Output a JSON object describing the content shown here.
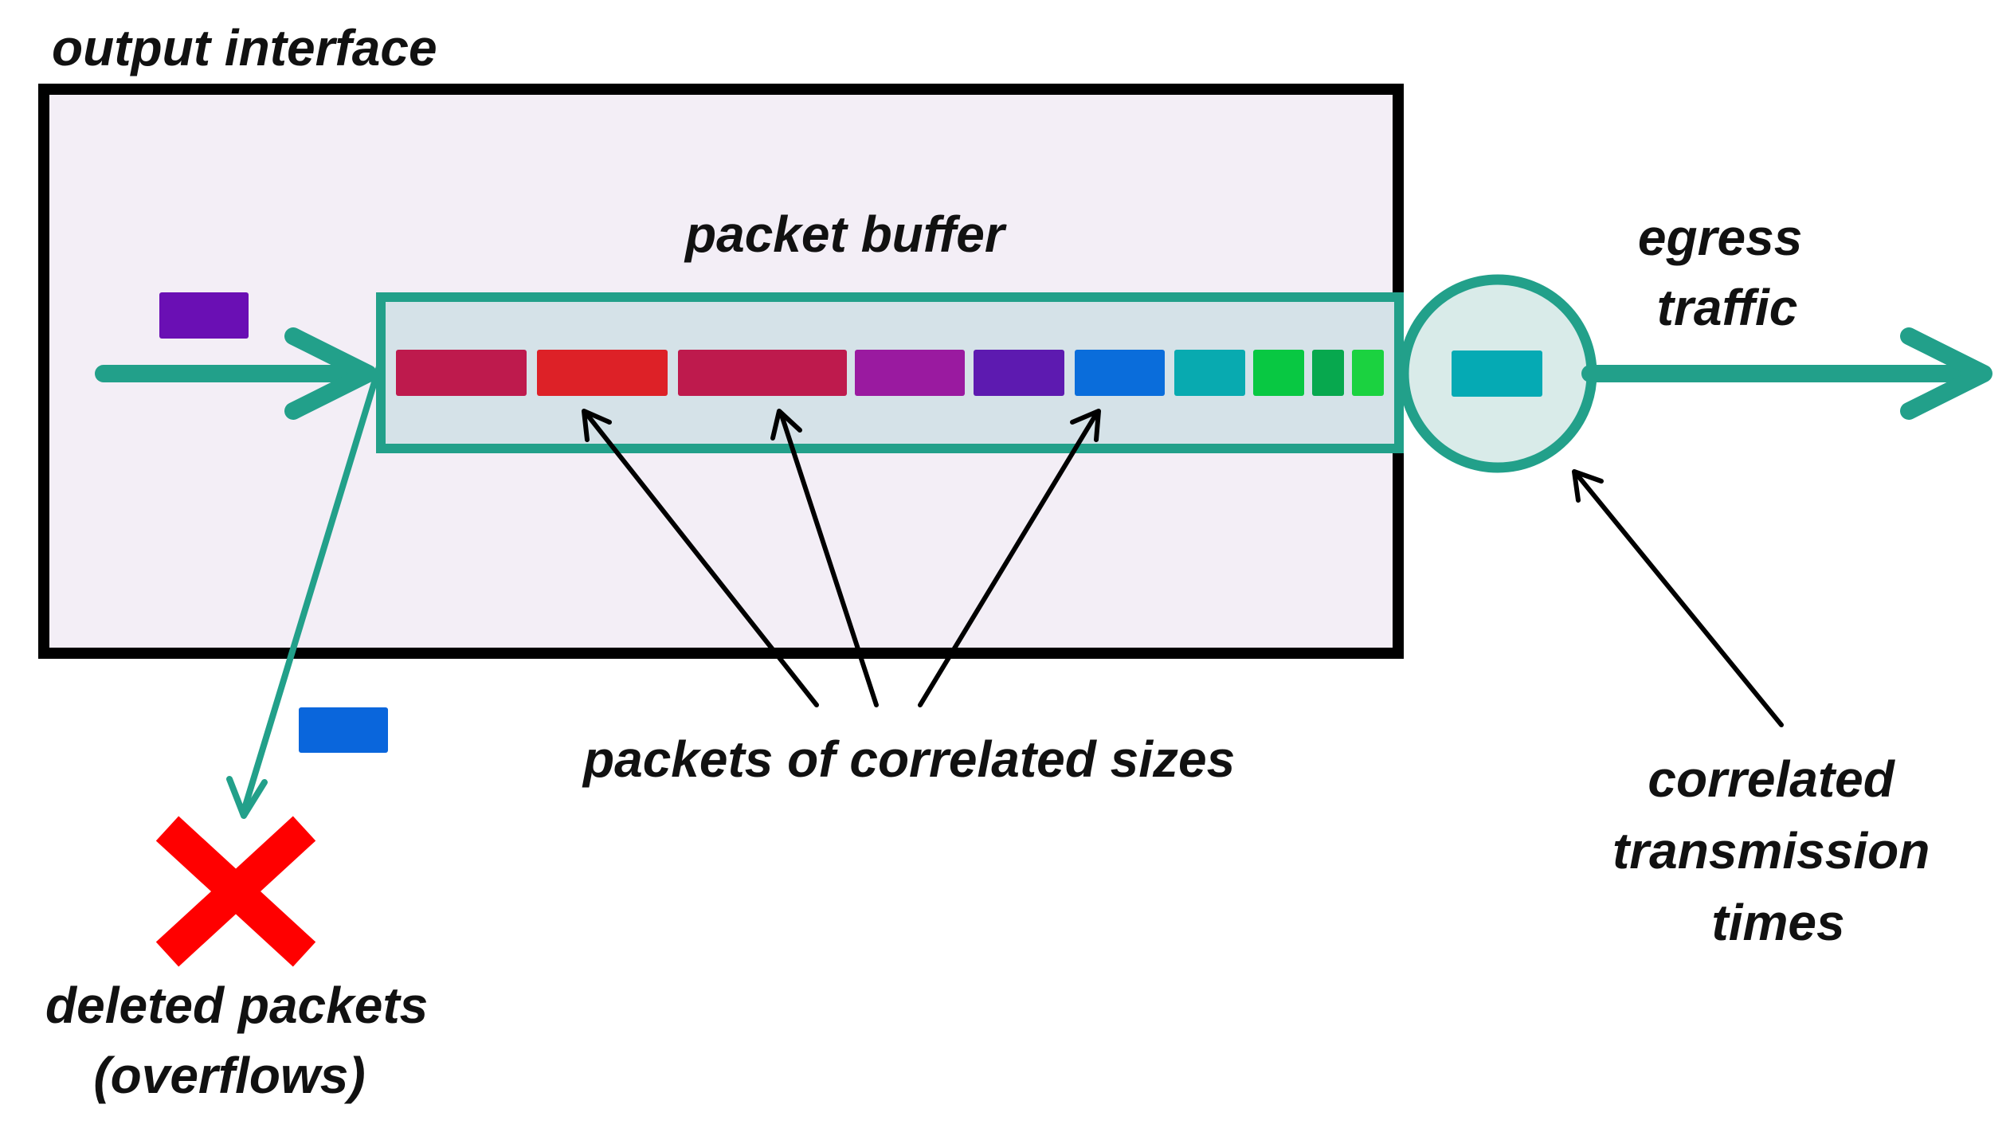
{
  "labels": {
    "output_interface": "output interface",
    "packet_buffer": "packet buffer",
    "egress_traffic": [
      "egress",
      "traffic"
    ],
    "packets_correlated_sizes": "packets of correlated sizes",
    "correlated_transmission_times": [
      "correlated",
      "transmission",
      "times"
    ],
    "deleted_packets": [
      "deleted packets",
      "(overflows)"
    ]
  },
  "colors": {
    "interface_fill": "#f3eef6",
    "interface_border": "#000000",
    "buffer_fill": "#d5e2e8",
    "teal": "#22a08a",
    "delete_mark": "#ff0000",
    "arrow_black": "#000000"
  },
  "incoming_packet": {
    "color": "#6a0fb4"
  },
  "dropped_packet": {
    "color": "#0a66dc"
  },
  "transmitting_packet": {
    "color": "#05aab4"
  },
  "queued_packets": [
    {
      "color": "#be1a4d"
    },
    {
      "color": "#dd2127"
    },
    {
      "color": "#be1a4d"
    },
    {
      "color": "#9a1aa0"
    },
    {
      "color": "#5d1ab0"
    },
    {
      "color": "#0a6ddb"
    },
    {
      "color": "#08aab0"
    },
    {
      "color": "#08c842"
    },
    {
      "color": "#07a84e"
    },
    {
      "color": "#1bd240"
    }
  ]
}
